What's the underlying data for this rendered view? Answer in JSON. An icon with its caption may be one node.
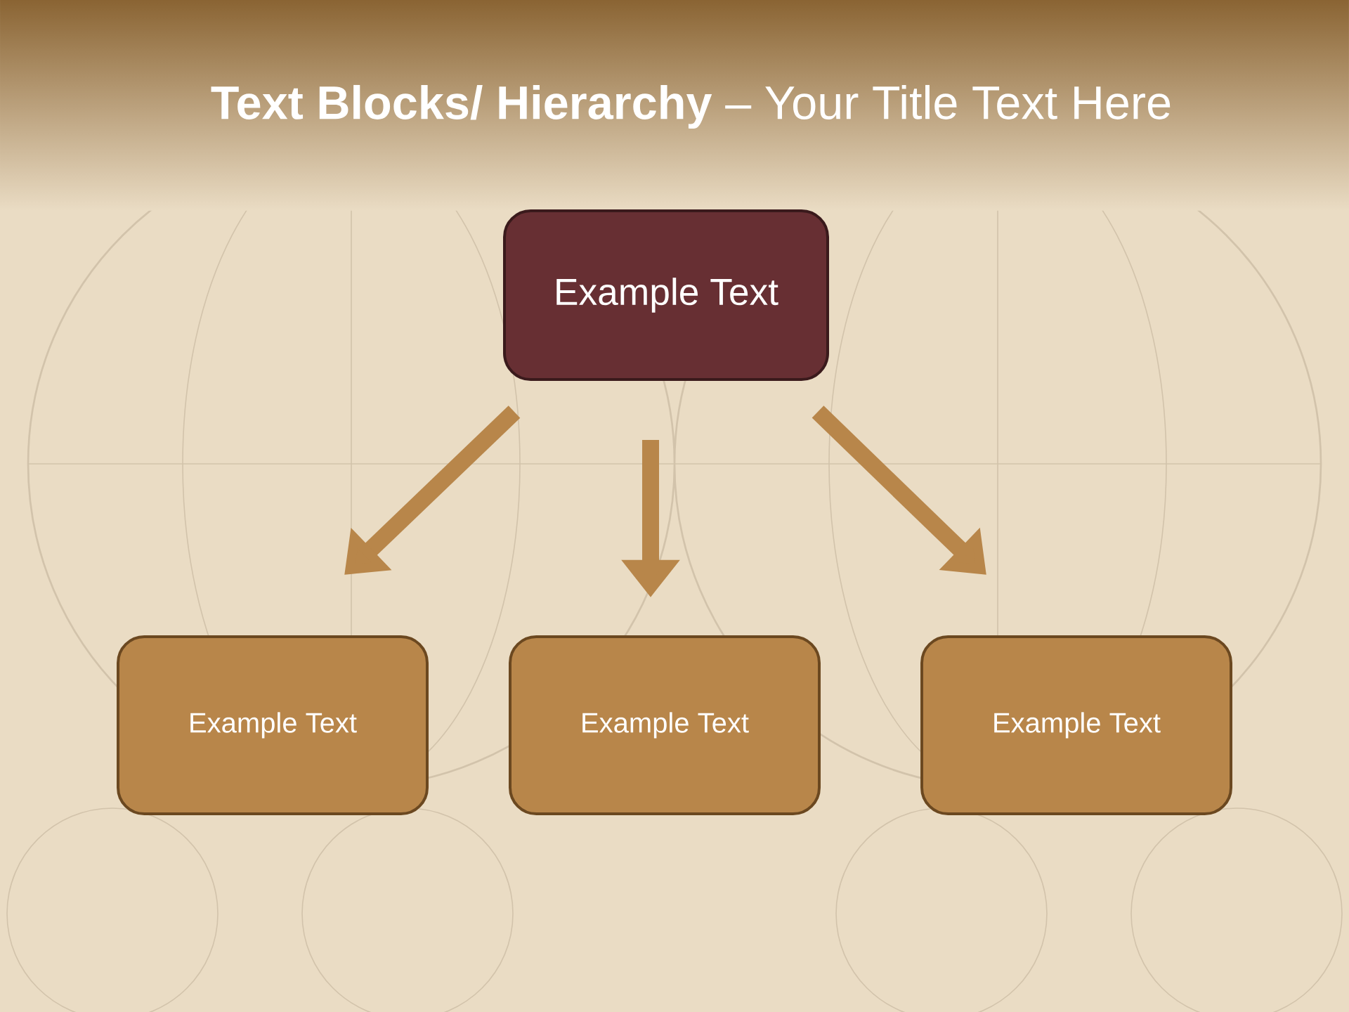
{
  "diagram": {
    "title": "**Text Blocks/ Hierarchy** – Your Title Text Here",
    "nodes": [
      {
        "text": [
          "Example Text"
        ]
      },
      {
        "text": [
          "Example Text"
        ]
      },
      {
        "text": [
          "Example Text"
        ]
      },
      {
        "text": [
          "Example Text"
        ]
      }
    ],
    "edges": [
      {
        "from": 0,
        "to": 1,
        "arrow": "to"
      },
      {
        "from": 0,
        "to": 2,
        "arrow": "to"
      },
      {
        "from": 0,
        "to": 3,
        "arrow": "to"
      }
    ]
  }
}
